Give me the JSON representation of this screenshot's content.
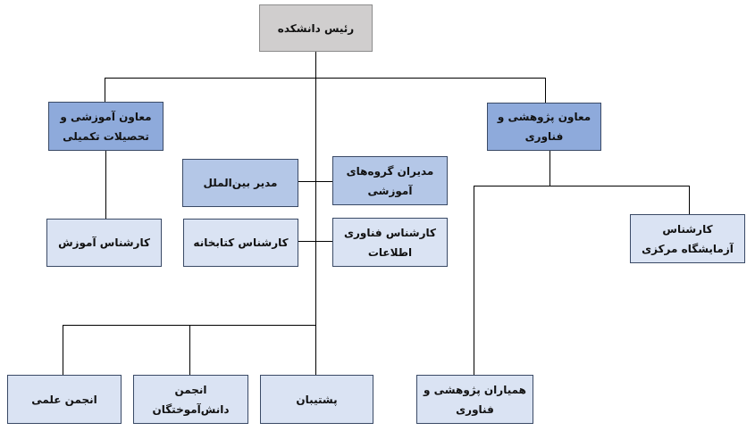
{
  "nodes": {
    "dean": "رئیس دانشکده",
    "vp_education": "معاون آموزشی و تحصیلات تکمیلی",
    "vp_research": "معاون پژوهشی و فناوری",
    "intl_manager": "مدیر بین‌الملل",
    "dept_heads": "مدیران گروه‌های آموزشی",
    "education_expert": "کارشناس آموزش",
    "library_expert": "کارشناس کتابخانه",
    "it_expert": "کارشناس فناوری اطلاعات",
    "lab_expert": "کارشناس آزمایشگاه مرکزی",
    "research_assistants": "همیاران پژوهشی و فناوری",
    "scientific_association": "انجمن علمی",
    "alumni_association": "انجمن دانش‌آموختگان",
    "support": "پشتیبان"
  },
  "colors": {
    "top": "#d0cece",
    "vp": "#8eaadb",
    "manager": "#b4c7e7",
    "staff": "#dae3f3"
  }
}
